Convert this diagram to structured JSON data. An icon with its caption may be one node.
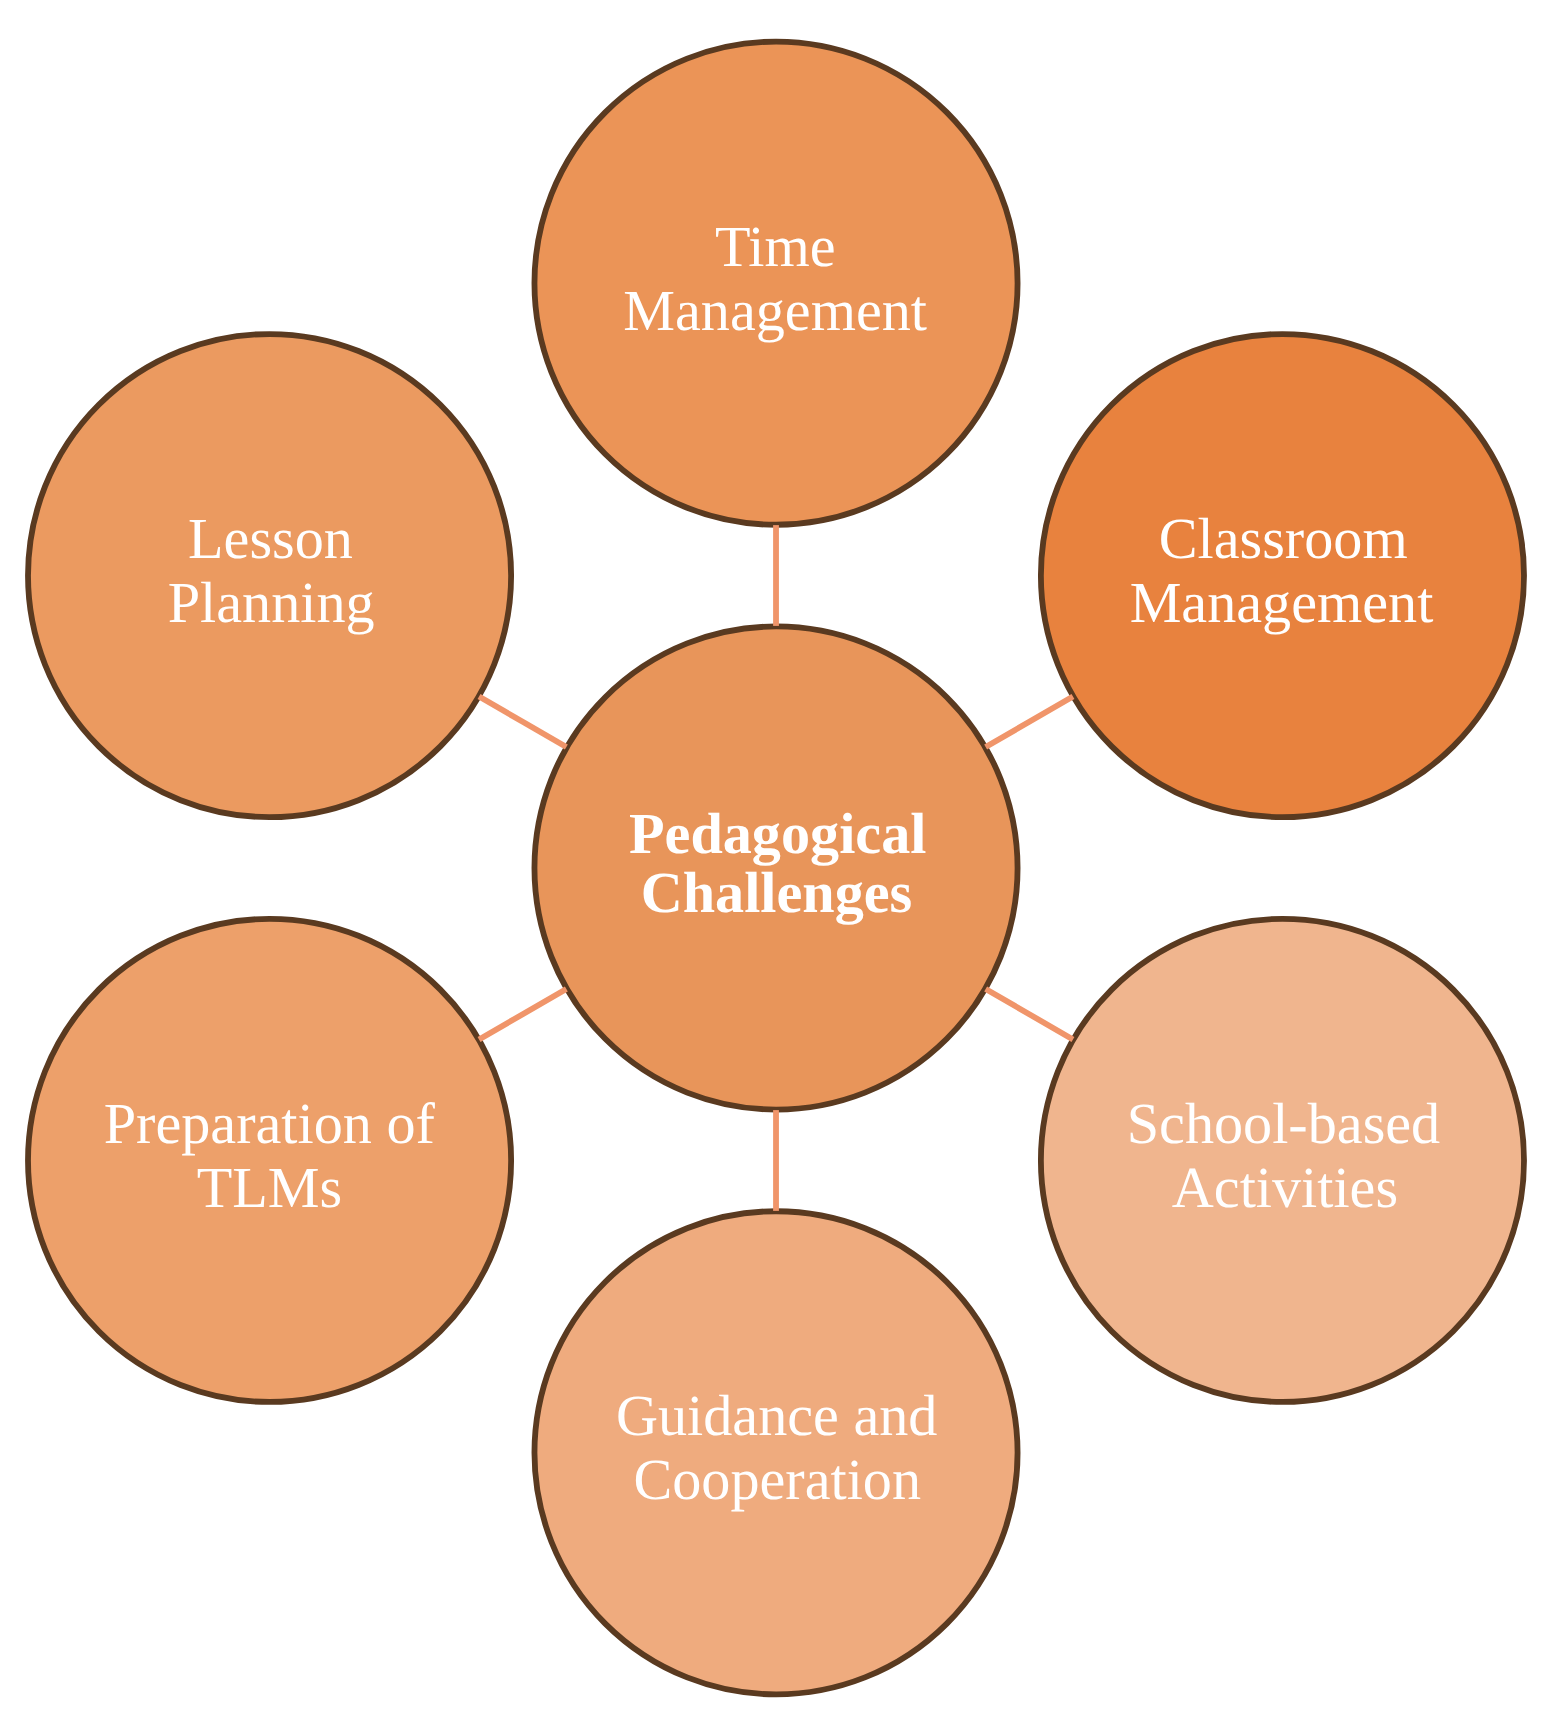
{
  "diagram": {
    "nodes": [
      {
        "text": [
          "Pedagogical Challenges"
        ]
      },
      {
        "text": [
          "Classroom Management"
        ]
      },
      {
        "text": [
          "Time Management"
        ]
      },
      {
        "text": [
          "Lesson Planning"
        ]
      },
      {
        "text": [
          "Preparation of TLMs"
        ]
      },
      {
        "text": [
          "Guidance and Cooperation"
        ]
      },
      {
        "text": [
          "School-based Activities"
        ]
      }
    ],
    "edges": [
      {
        "from": 0,
        "to": 1,
        "arrow": "none"
      },
      {
        "from": 0,
        "to": 2,
        "arrow": "none"
      },
      {
        "from": 0,
        "to": 3,
        "arrow": "none"
      },
      {
        "from": 0,
        "to": 4,
        "arrow": "none"
      },
      {
        "from": 0,
        "to": 5,
        "arrow": "none"
      },
      {
        "from": 0,
        "to": 6,
        "arrow": "none"
      }
    ]
  }
}
